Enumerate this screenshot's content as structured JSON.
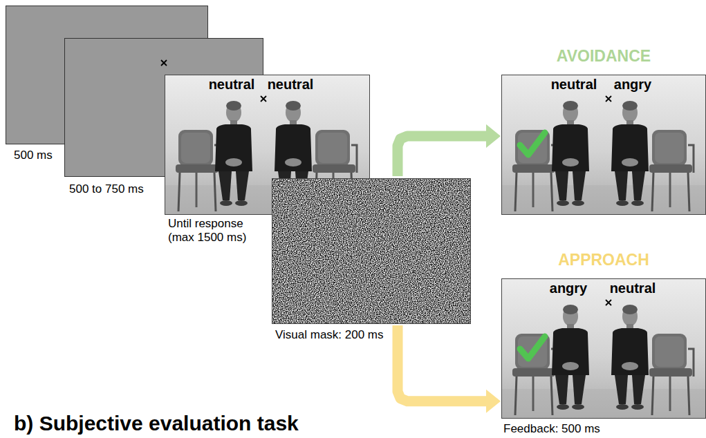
{
  "diagram": {
    "nodes": [
      {
        "text": [
          "500 ms"
        ]
      },
      {
        "text": [
          "500 to 750 ms"
        ]
      },
      {
        "text": [
          "neutral",
          "neutral",
          "Until response (max 1500 ms)"
        ]
      },
      {
        "text": [
          "Visual mask: 200 ms"
        ]
      },
      {
        "text": [
          "AVOIDANCE",
          "neutral",
          "angry"
        ]
      },
      {
        "text": [
          "APPROACH",
          "angry",
          "neutral",
          "Feedback: 500 ms"
        ]
      }
    ],
    "edges": [
      {
        "from": 3,
        "to": 4,
        "arrow": "to"
      },
      {
        "from": 3,
        "to": 5,
        "arrow": "to"
      }
    ],
    "labels": [
      "b) Subjective evaluation task"
    ]
  }
}
